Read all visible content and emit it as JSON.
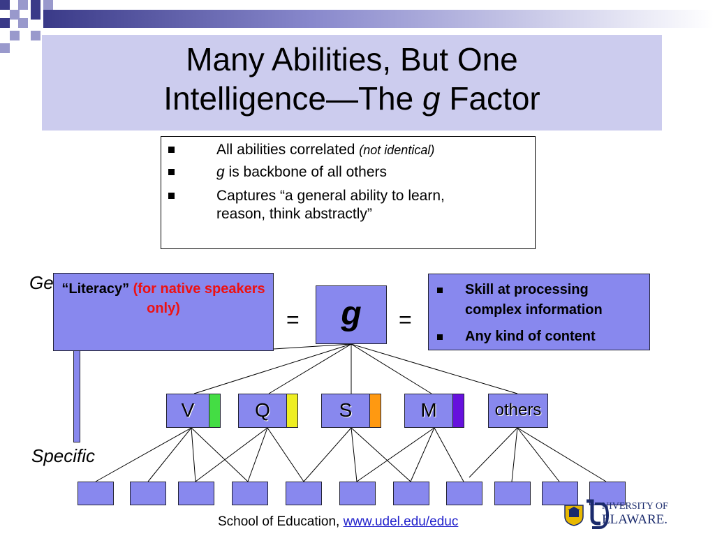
{
  "slide": {
    "title_line1": "Many Abilities, But One",
    "title_line2_a": "Intelligence—The ",
    "title_line2_g": "g",
    "title_line2_b": " Factor"
  },
  "bullets": {
    "b1_text": "All abilities correlated ",
    "b1_italic": "(not identical)",
    "b2_g": "g",
    "b2_text": " is backbone of all others",
    "b3_line1": "Captures “a general ability to learn,",
    "b3_line2": "reason, think abstractly”"
  },
  "hierarchy": {
    "general_label": "Ge",
    "specific_label": "Specific",
    "literacy_quote": "“Literacy” ",
    "literacy_red": "(for native speakers only)",
    "g_symbol": "g",
    "equals": "=",
    "skill_item1": "Skill at processing complex information",
    "skill_item2": "Any kind of content",
    "abilities": [
      {
        "label": "V",
        "color": "#44dd44"
      },
      {
        "label": "Q",
        "color": "#eeee22"
      },
      {
        "label": "S",
        "color": "#ff9911"
      },
      {
        "label": "M",
        "color": "#6611dd"
      },
      {
        "label": "others"
      }
    ]
  },
  "footer": {
    "text": "School of Education, ",
    "link": "www.udel.edu/educ"
  },
  "logo": {
    "line1": "NIVERSITY OF",
    "line2": "ELAWARE."
  },
  "colors": {
    "title_band": "#ccccee",
    "box_fill": "#8888ee",
    "highlight_red": "#ee1111",
    "corner_dark": "#3a3a88",
    "corner_light": "#9999cc"
  }
}
